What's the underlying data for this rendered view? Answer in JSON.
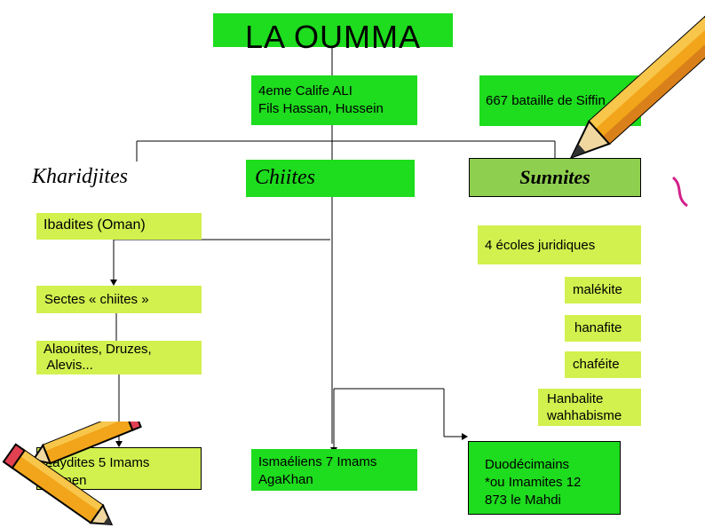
{
  "title": "LA   OUMMA",
  "nodes": {
    "ali": [
      "4eme Calife ALI",
      "Fils Hassan, Hussein"
    ],
    "siffin": "667 bataille de Siffin",
    "kharidjites": "Kharidjites",
    "chiites": "Chiites",
    "sunnites": "Sunnites",
    "ibadites": "Ibadites (Oman)",
    "ecoles": "4 écoles juridiques",
    "sectes": "Sectes « chiites »",
    "malekite": "malékite",
    "hanafite": "hanafite",
    "alaouites": [
      "Alaouites, Druzes,",
      " Alevis..."
    ],
    "chafeite": "chaféite",
    "hanbalite": [
      "Hanbalite",
      "wahhabisme"
    ],
    "zaydites": [
      "Zaydites  5 Imams",
      "Yémen"
    ],
    "ismaeliens": [
      "Ismaéliens 7 Imams",
      "AgaKhan"
    ],
    "duodecimains": [
      "Duodécimains",
      "*ou Imamites 12",
      "873 le Mahdi"
    ]
  },
  "colors": {
    "green": "#1edc1e",
    "lime": "#d2f04e",
    "olive": "#8fcf4f"
  },
  "icons": [
    "pencil-icon",
    "pencils-icon"
  ]
}
